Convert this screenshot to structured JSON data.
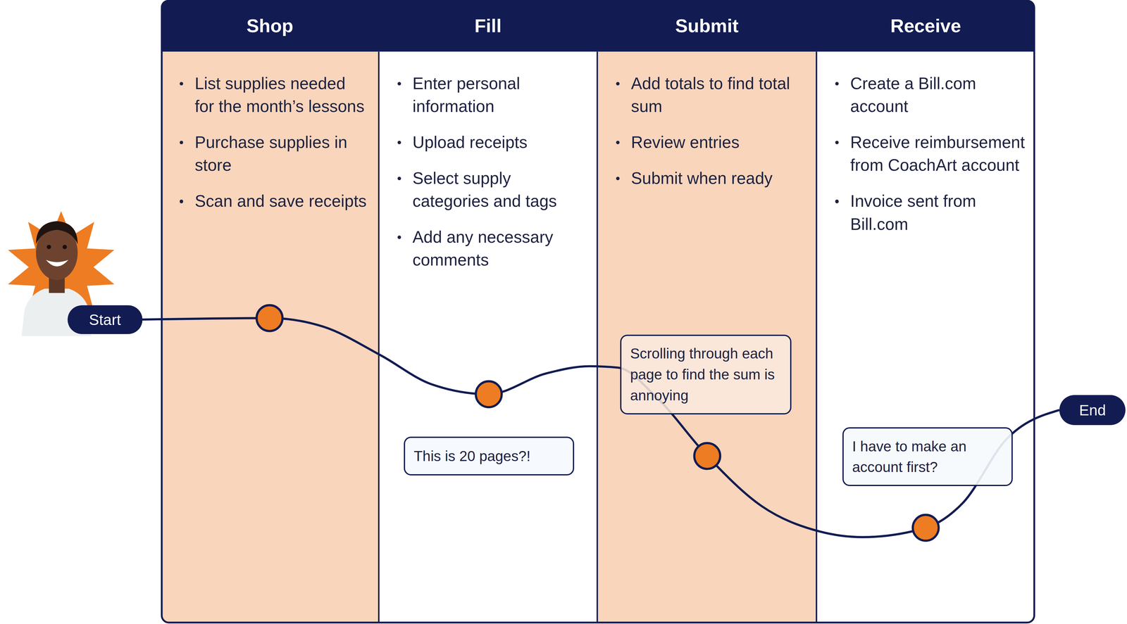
{
  "diagram": {
    "nodes": [
      {
        "text": [
          "Start"
        ]
      },
      {
        "text": [
          "Shop",
          "List supplies needed for the month’s lessons",
          "Purchase supplies in store",
          "Scan and save receipts"
        ]
      },
      {
        "text": [
          "Fill",
          "Enter personal information",
          "Upload receipts",
          "Select supply categories and tags",
          "Add any necessary comments"
        ]
      },
      {
        "text": [
          "This is 20 pages?!"
        ],
        "in": 2
      },
      {
        "text": [
          "Submit",
          "Add totals to find total sum",
          "Review entries",
          "Submit when ready"
        ]
      },
      {
        "text": [
          "Scrolling through each page to find the sum is annoying"
        ],
        "in": 4
      },
      {
        "text": [
          "Receive",
          "Create a Bill.com account",
          "Receive reimbursement from CoachArt account",
          "Invoice sent from Bill.com"
        ]
      },
      {
        "text": [
          "I have to make an account first?"
        ],
        "in": 6
      },
      {
        "text": [
          "End"
        ]
      }
    ],
    "edges": [
      {
        "from": 0,
        "to": 8,
        "arrow": "none"
      }
    ]
  }
}
